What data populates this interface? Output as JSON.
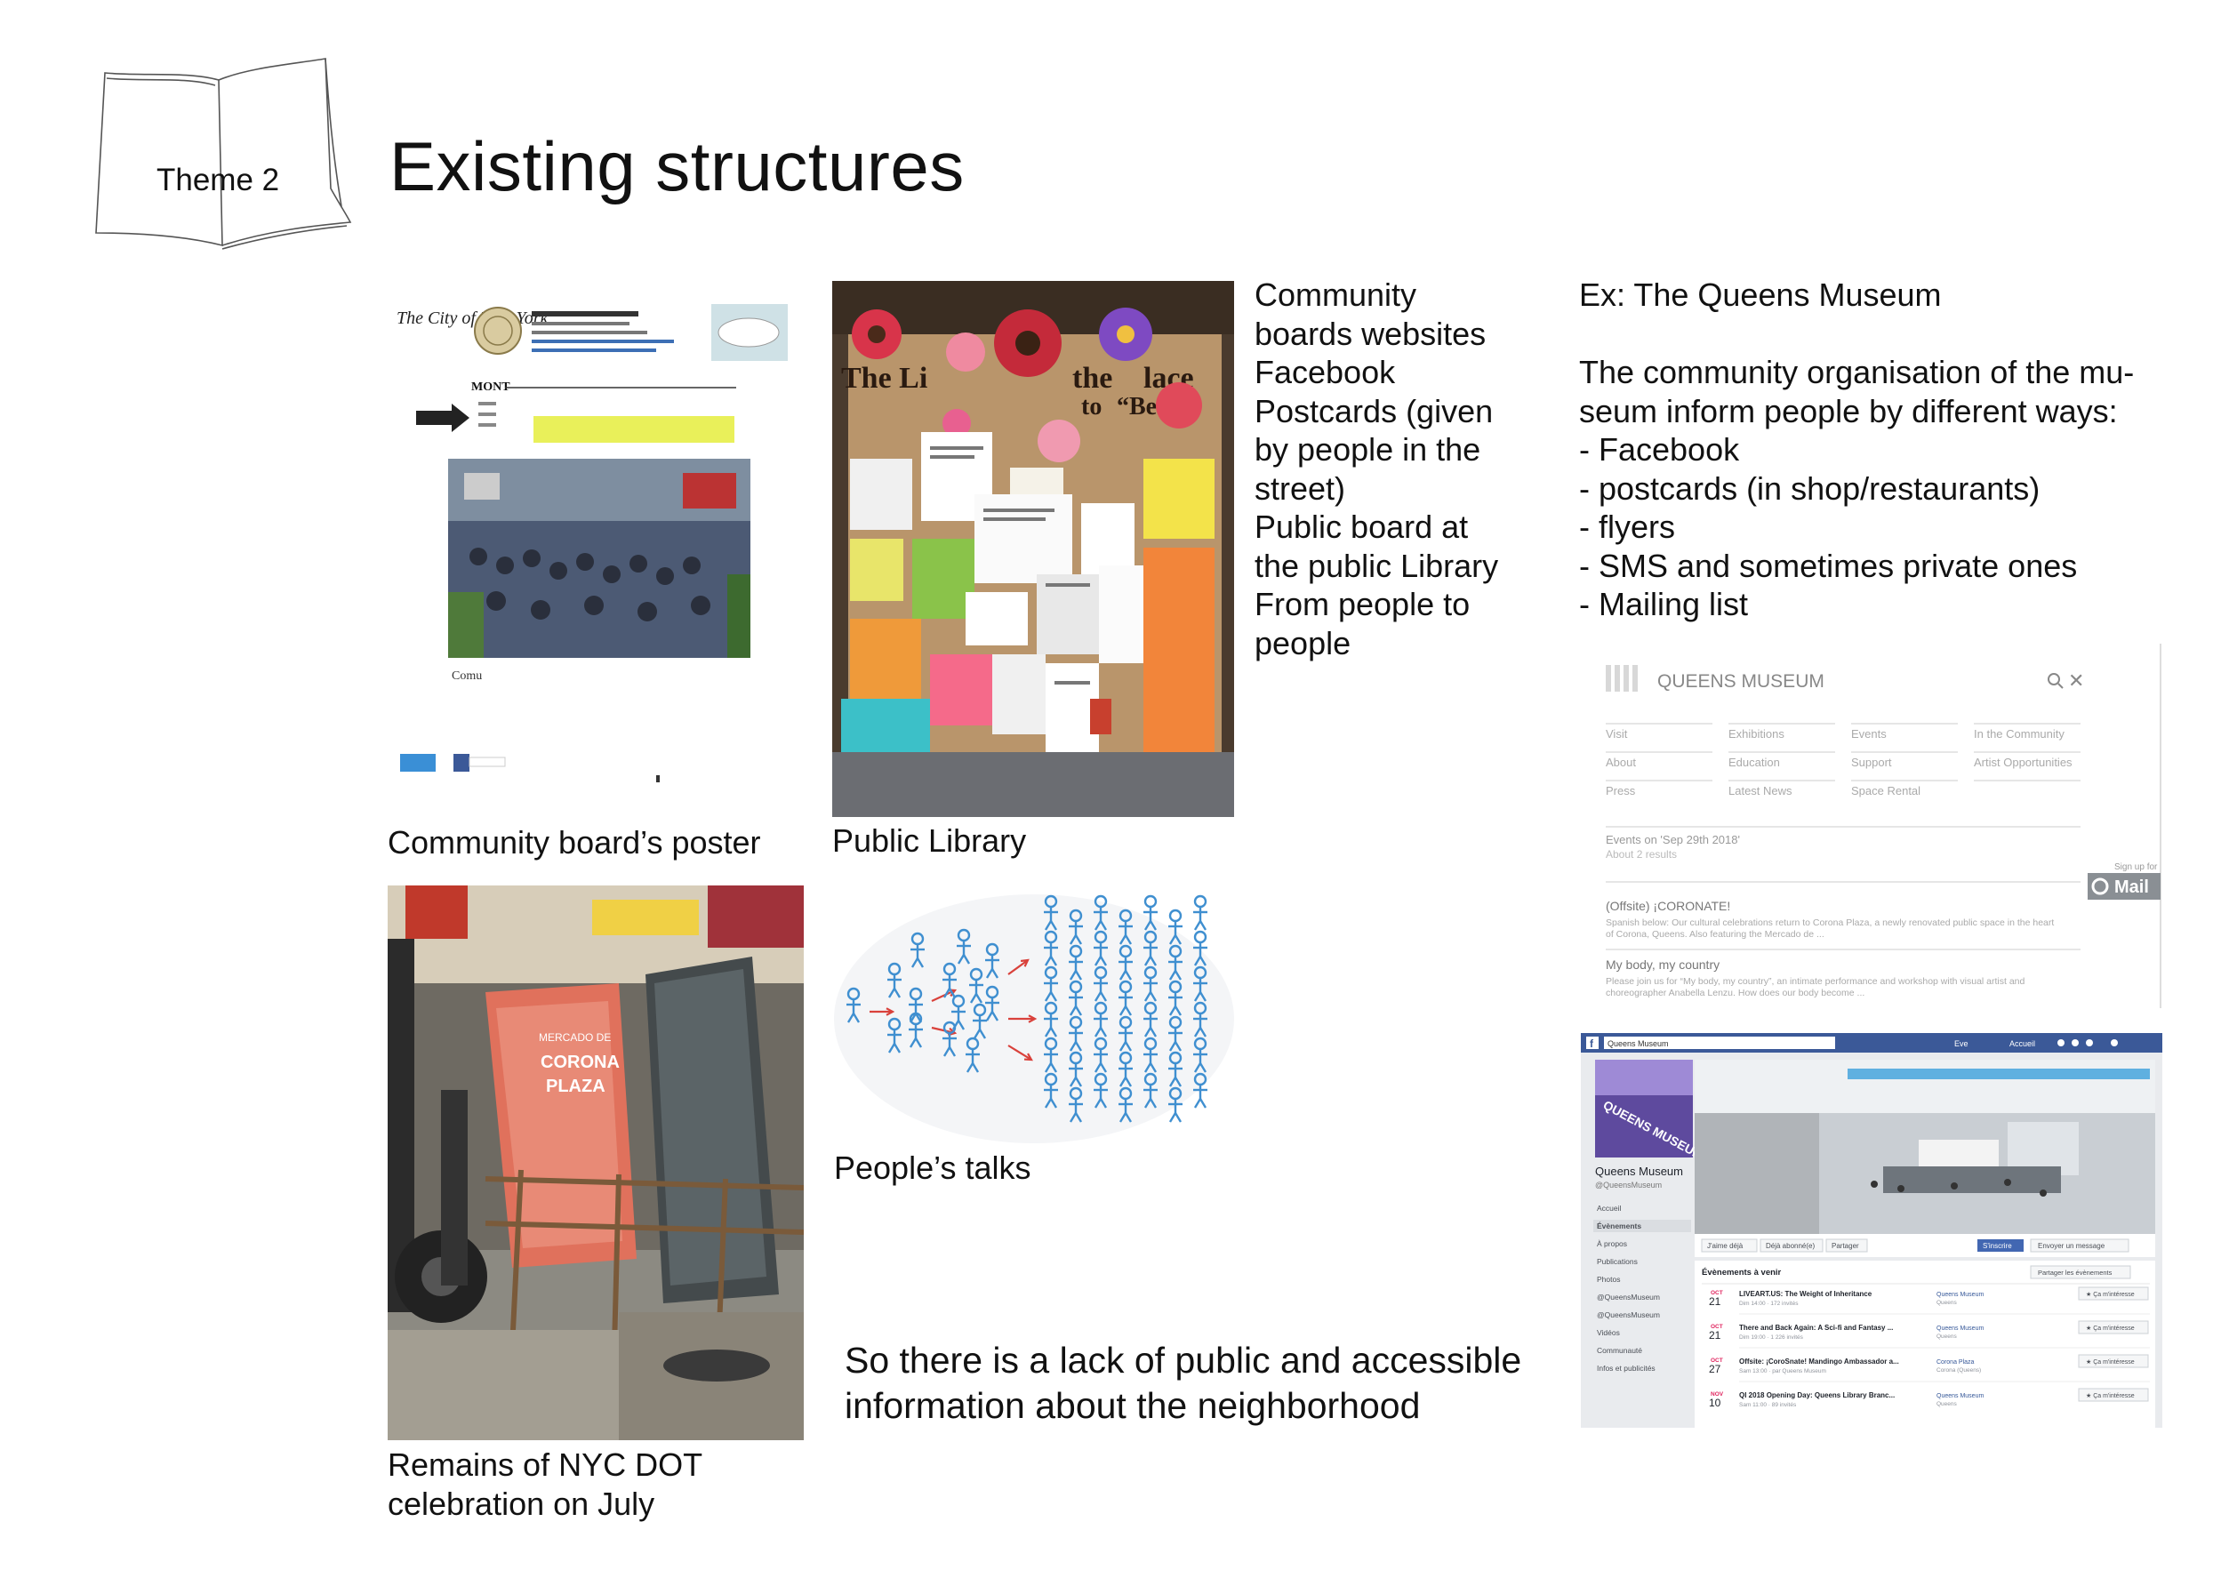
{
  "header": {
    "theme_label": "Theme 2",
    "title": "Existing structures"
  },
  "poster": {
    "caption": "Community board’s poster",
    "logo_text": "The City of New York",
    "heading": "MONT",
    "crowd_label": "Comu"
  },
  "library": {
    "caption": "Public Library",
    "banner_left": "The Li",
    "banner_mid": "the",
    "banner_right": "lace",
    "banner_to": "to",
    "banner_bee": "“Bee”"
  },
  "dot": {
    "caption_line1": "Remains of NYC DOT",
    "caption_line2": "celebration on July",
    "sign_line1": "MERCADO DE",
    "sign_line2": "CORONA",
    "sign_line3": "PLAZA"
  },
  "talks": {
    "caption": "People’s talks"
  },
  "channels": {
    "lines": [
      "Community",
      "boards websites",
      "Facebook",
      "Postcards (given",
      "by people in the",
      "street)",
      "Public board at",
      "the public Library",
      "From people to",
      "people"
    ]
  },
  "museum": {
    "example": "Ex: The Queens Museum",
    "intro_line1": "The community organisation of the mu-",
    "intro_line2": "seum inform people by different ways:",
    "items": [
      "- Facebook",
      "- postcards (in shop/restaurants)",
      "- flyers",
      "- SMS and sometimes private ones",
      "- Mailing list"
    ]
  },
  "website": {
    "brand": "QUEENS MUSEUM",
    "nav": [
      [
        "Visit",
        "Exhibitions",
        "Events",
        "In the Community"
      ],
      [
        "About",
        "Education",
        "Support",
        "Artist Opportunities"
      ],
      [
        "Press",
        "Latest News",
        "Space Rental",
        ""
      ]
    ],
    "events_heading": "Events on 'Sep 29th 2018'",
    "results": "About 2 results",
    "signup": "Sign up for",
    "mail": "Mail",
    "event1_title": "(Offsite) ¡CORONATE!",
    "event1_desc1": "Spanish below:  Our cultural celebrations return to Corona Plaza, a newly renovated public space in the heart",
    "event1_desc2": "of Corona, Queens. Also featuring the Mercado de ...",
    "event2_title": "My body, my country",
    "event2_desc1": "Please join us for “My body, my country”, an intimate performance and workshop with visual artist and",
    "event2_desc2": "choreographer Anabella Lenzu. How does our body become ..."
  },
  "facebook": {
    "search": "Queens Museum",
    "user": "Eve",
    "home": "Accueil",
    "page_name": "Queens Museum",
    "handle": "@QueensMuseum",
    "menu": [
      "Accueil",
      "Évènements",
      "À propos",
      "Publications",
      "Photos",
      "@QueensMuseum",
      "@QueensMuseum",
      "Vidéos",
      "Communauté",
      "Infos et publicités"
    ],
    "actions": [
      "J'aime déjà",
      "Déjà abonné(e)",
      "Partager",
      "S'inscrire",
      "Envoyer un message"
    ],
    "events_heading": "Évènements à venir",
    "share_events": "Partager les évènements",
    "interested": "Ça m'intéresse",
    "events": [
      {
        "month": "OCT",
        "day": "21",
        "title": "LIVEART.US: The Weight of Inheritance",
        "sub": "Dim 14:00 · 172 invités",
        "place": "Queens Museum",
        "place_sub": "Queens"
      },
      {
        "month": "OCT",
        "day": "21",
        "title": "There and Back Again: A Sci-fi and Fantasy ...",
        "sub": "Dim 19:00 · 1 226 invités",
        "place": "Queens Museum",
        "place_sub": "Queens"
      },
      {
        "month": "OCT",
        "day": "27",
        "title": "Offsite: ¡CoroSnate! Mandingo Ambassador a...",
        "sub": "Sam 13:00 · par Queens Museum",
        "place": "Corona Plaza",
        "place_sub": "Corona (Queens)"
      },
      {
        "month": "NOV",
        "day": "10",
        "title": "QI 2018 Opening Day: Queens Library Branc...",
        "sub": "Sam 11:00 · 89 invités",
        "place": "Queens Museum",
        "place_sub": "Queens"
      }
    ],
    "banner_text": "QUEENS MUSEUM"
  },
  "conclusion": {
    "line1": "So there is a lack of public and accessible",
    "line2": "information about the neighborhood"
  },
  "colors": {
    "fb_blue": "#3b5998",
    "figure_blue": "#3f8fd0",
    "arrow_red": "#d9413b",
    "cork": "#b9956b",
    "sign_red": "#e0715c"
  }
}
